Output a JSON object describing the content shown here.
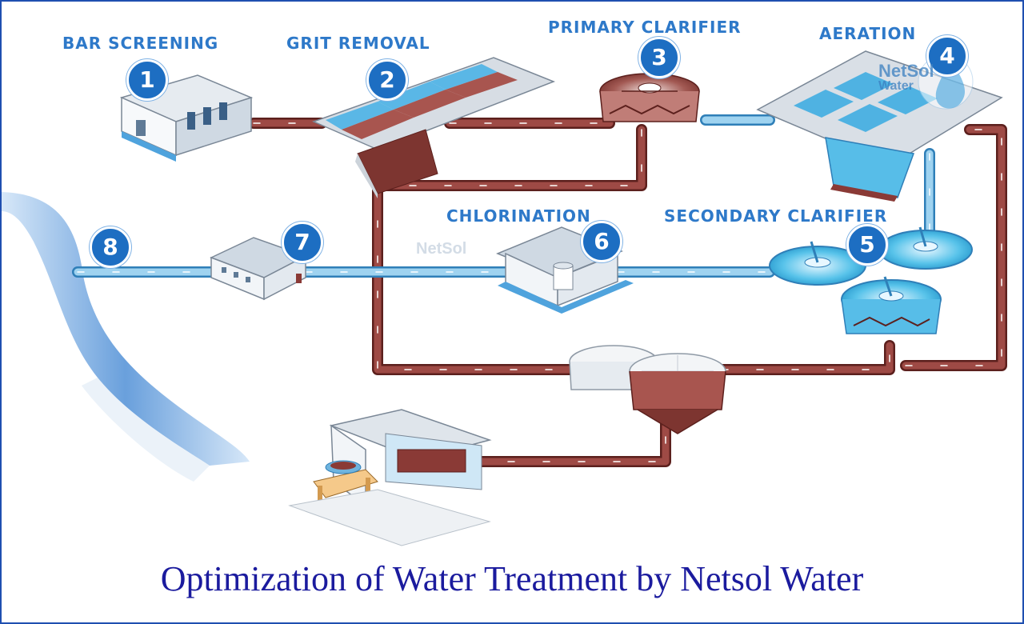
{
  "stages": [
    {
      "number": "1",
      "label": "BAR SCREENING"
    },
    {
      "number": "2",
      "label": "GRIT REMOVAL"
    },
    {
      "number": "3",
      "label": "PRIMARY CLARIFIER"
    },
    {
      "number": "4",
      "label": "AERATION"
    },
    {
      "number": "5",
      "label": "SECONDARY CLARIFIER"
    },
    {
      "number": "6",
      "label": "CHLORINATION"
    },
    {
      "number": "7",
      "label": ""
    },
    {
      "number": "8",
      "label": ""
    }
  ],
  "watermark": {
    "brand": "NetSol",
    "sub": "Water"
  },
  "footer_title": "Optimization of Water Treatment by Netsol Water",
  "colors": {
    "sludge_pipe": "#8a3a36",
    "water_pipe": "#6fb4de",
    "badge": "#1d6ec2",
    "label": "#2e79c9",
    "title": "#1b1b9e",
    "river": "#4f8fd6"
  }
}
